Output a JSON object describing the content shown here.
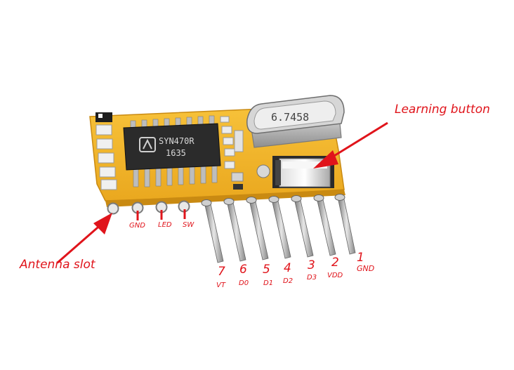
{
  "chip": {
    "line1": "SYN470R",
    "line2": "1635"
  },
  "crystal": {
    "marking": "6.7458"
  },
  "callouts": {
    "learning_button": "Learning button",
    "antenna_slot": "Antenna slot"
  },
  "left_pads": {
    "gnd": "GND",
    "led": "LED",
    "sw": "SW"
  },
  "pins": [
    {
      "num": "7",
      "name": "VT"
    },
    {
      "num": "6",
      "name": "D0"
    },
    {
      "num": "5",
      "name": "D1"
    },
    {
      "num": "4",
      "name": "D2"
    },
    {
      "num": "3",
      "name": "D3"
    },
    {
      "num": "2",
      "name": "VDD"
    },
    {
      "num": "1",
      "name": "GND"
    }
  ],
  "colors": {
    "pcb": "#f2b52a",
    "pcb_shadow": "#c98a12",
    "label_red": "#e0141b",
    "chip_body": "#2b2b2b",
    "metal": "#c8c8c8"
  }
}
